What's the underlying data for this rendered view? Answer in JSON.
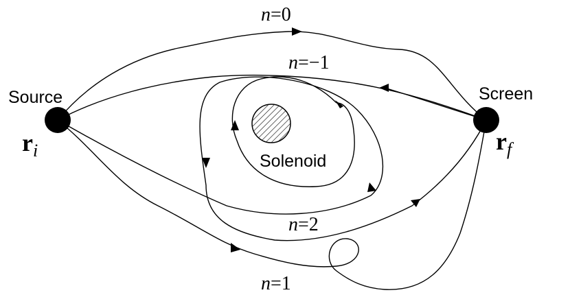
{
  "source": {
    "label": "Source",
    "vector": "r",
    "subscript": "i"
  },
  "screen": {
    "label": "Screen",
    "vector": "r",
    "subscript": "f"
  },
  "solenoid": {
    "label": "Solenoid"
  },
  "paths": {
    "n0": {
      "var": "n",
      "eq": "=",
      "val": "0"
    },
    "nm1": {
      "var": "n",
      "eq": "=",
      "val": "−1"
    },
    "n2": {
      "var": "n",
      "eq": "=",
      "val": "2"
    },
    "n1": {
      "var": "n",
      "eq": "=",
      "val": "1"
    }
  }
}
